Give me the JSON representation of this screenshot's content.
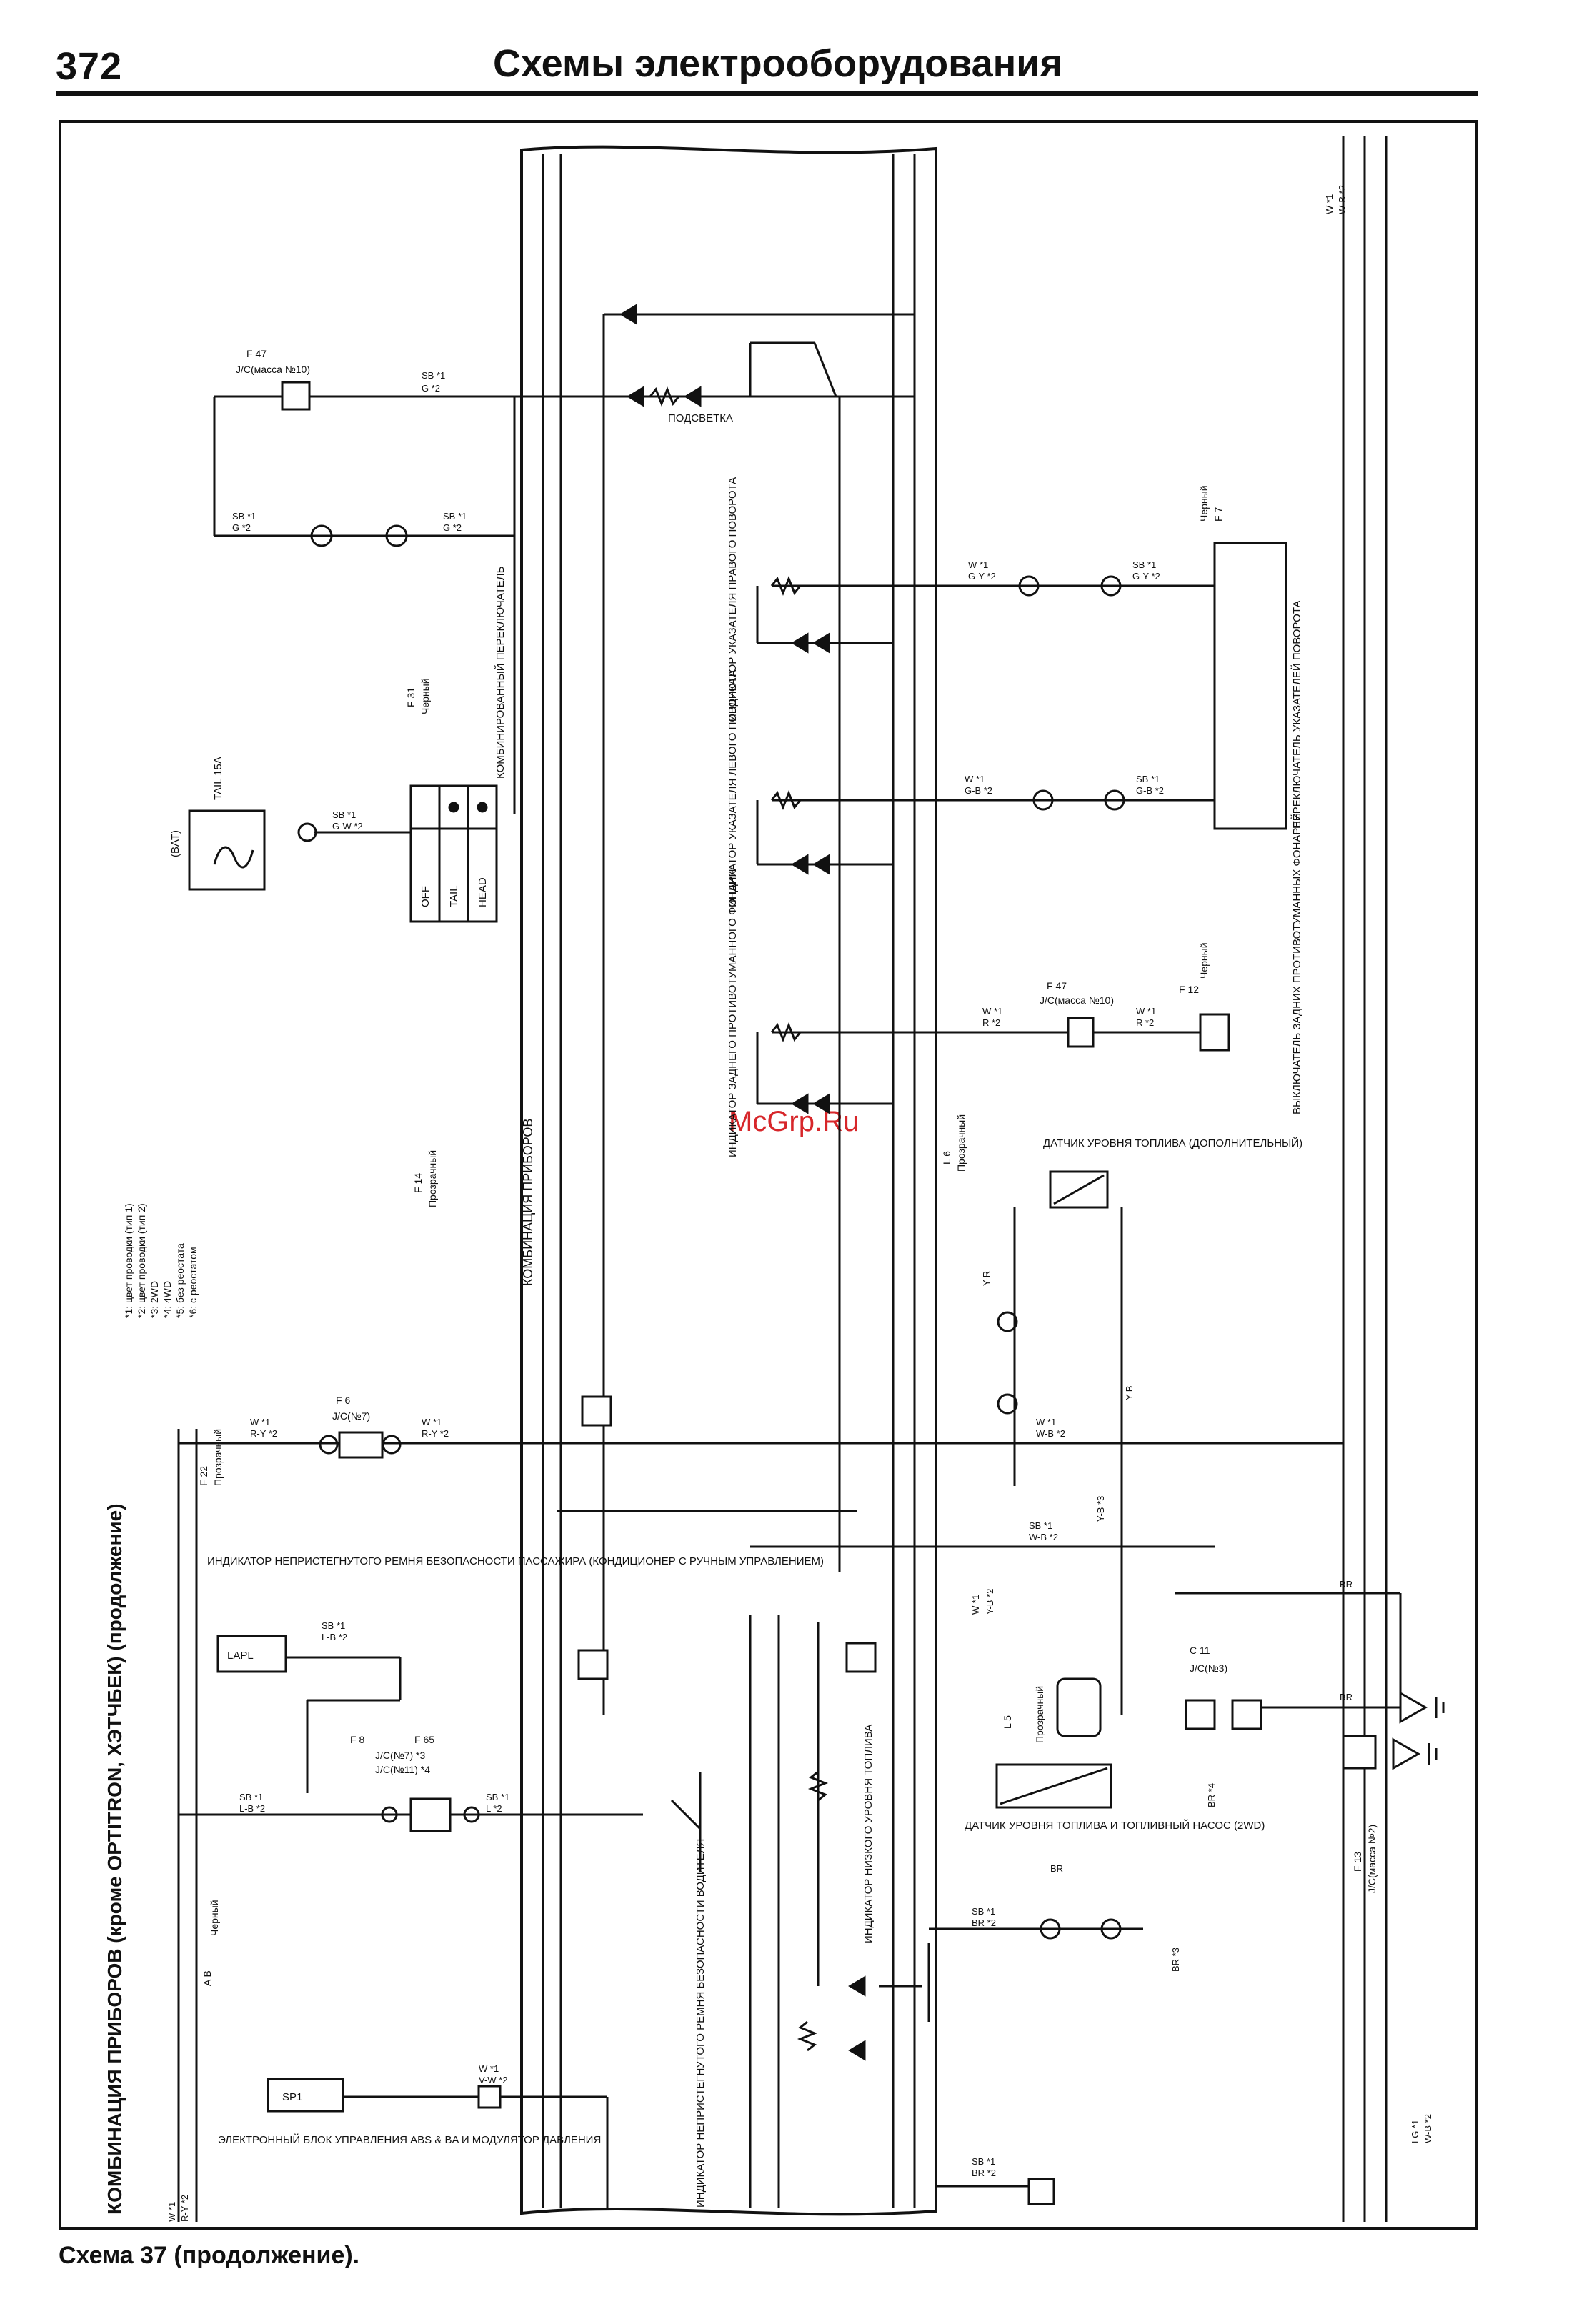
{
  "header": {
    "page_number": "372",
    "title": "Схемы электрооборудования"
  },
  "caption": "Схема 37 (продолжение).",
  "watermark": "McGrp.Ru",
  "side_title": "КОМБИНАЦИЯ ПРИБОРОВ (кроме OPTITRON, ХЭТЧБЕК) (продолжение)",
  "cluster_label": "КОМБИНАЦИЯ ПРИБОРОВ",
  "notes": [
    "*1: цвет проводки (тип 1)",
    "*2: цвет проводки (тип 2)",
    "*3: 2WD",
    "*4: 4WD",
    "*5: без реостата",
    "*6: с реостатом"
  ],
  "components": {
    "podsvetka": "ПОДСВЕТКА",
    "right_turn": "ИНДИКАТОР УКАЗАТЕЛЯ ПРАВОГО ПОВОРОТА",
    "left_turn": "ИНДИКАТОР УКАЗАТЕЛЯ ЛЕВОГО ПОВОРОТА",
    "rear_fog_ind": "ИНДИКАТОР ЗАДНЕГО ПРОТИВОТУМАННОГО ФОНАРЯ",
    "turn_switch": "ПЕРЕКЛЮЧАТЕЛЬ УКАЗАТЕЛЕЙ ПОВОРОТА",
    "rear_fog_switch": "ВЫКЛЮЧАТЕЛЬ ЗАДНИХ ПРОТИВОТУМАННЫХ ФОНАРЕЙ",
    "combo_switch": "КОМБИНИРОВАННЫЙ ПЕРЕКЛЮЧАТЕЛЬ",
    "fuel_sensor_aux": "ДАТЧИК УРОВНЯ ТОПЛИВА (ДОПОЛНИТЕЛЬНЫЙ)",
    "fuel_sensor_pump": "ДАТЧИК УРОВНЯ ТОПЛИВА И ТОПЛИВНЫЙ НАСОС (2WD)",
    "seatbelt_passenger": "ИНДИКАТОР НЕПРИСТЕГНУТОГО РЕМНЯ БЕЗОПАСНОСТИ ПАССАЖИРА (КОНДИЦИОНЕР С РУЧНЫМ УПРАВЛЕНИЕМ)",
    "low_fuel": "ИНДИКАТОР НИЗКОГО УРОВНЯ ТОПЛИВА",
    "seatbelt_driver": "ИНДИКАТОР НЕПРИСТЕГНУТОГО РЕМНЯ БЕЗОПАСНОСТИ ВОДИТЕЛЯ",
    "abs_ecu": "ЭЛЕКТРОННЫЙ БЛОК УПРАВЛЕНИЯ ABS & BA И МОДУЛЯТОР ДАВЛЕНИЯ",
    "fuse": "TAIL 15A",
    "bat": "(BAT)",
    "switch_pos": [
      "OFF",
      "TAIL",
      "HEAD"
    ],
    "lapl": "LAPL",
    "sp1": "SP1"
  },
  "connectors": {
    "f47": "F 47",
    "jc_m10": "J/C(масса №10)",
    "f31": "F 31",
    "black": "Черный",
    "transparent": "Прозрачный",
    "f14": "F 14",
    "f7": "F 7",
    "f12": "F 12",
    "l6": "L 6",
    "f6a": "F 6",
    "jc7": "J/C(№7)",
    "f22": "F 22",
    "f8a": "F 8",
    "f65b": "F 65",
    "jc7_3": "J/C(№7) *3",
    "jc11_4": "J/C(№11) *4",
    "c11a": "C 11",
    "jc3": "J/C(№3)",
    "f13": "F 13",
    "jc_m2": "J/C(масса №2)",
    "l5": "L 5",
    "ab": "A   B"
  },
  "wires": {
    "sb_g": [
      "SB *1",
      "G *2"
    ],
    "w_gy": [
      "W *1",
      "G-Y *2"
    ],
    "sb_gy": [
      "SB *1",
      "G-Y *2"
    ],
    "w_gb": [
      "W *1",
      "G-B *2"
    ],
    "sb_gb": [
      "SB *1",
      "G-B *2"
    ],
    "w_r": [
      "W *1",
      "R *2"
    ],
    "sb_gw": [
      "SB *1",
      "G-W *2"
    ],
    "w_ry": [
      "W *1",
      "R-Y *2"
    ],
    "w_wb": [
      "W *1",
      "W-B *2"
    ],
    "sb_wb": [
      "SB *1",
      "W-B *2"
    ],
    "w_yb": [
      "W *1",
      "Y-B *2"
    ],
    "sb_lb": [
      "SB *1",
      "L-B *2"
    ],
    "sb_l": [
      "SB *1",
      "L *2"
    ],
    "w_vw": [
      "W *1",
      "V-W *2"
    ],
    "sb_br": [
      "SB *1",
      "BR *2"
    ],
    "lg_wb": [
      "LG *1",
      "W-B *2"
    ],
    "yr": "Y-R",
    "yb": "Y-B",
    "yb3": "Y-B *3",
    "br": "BR",
    "br4": "BR *4",
    "br3": "BR *3"
  }
}
